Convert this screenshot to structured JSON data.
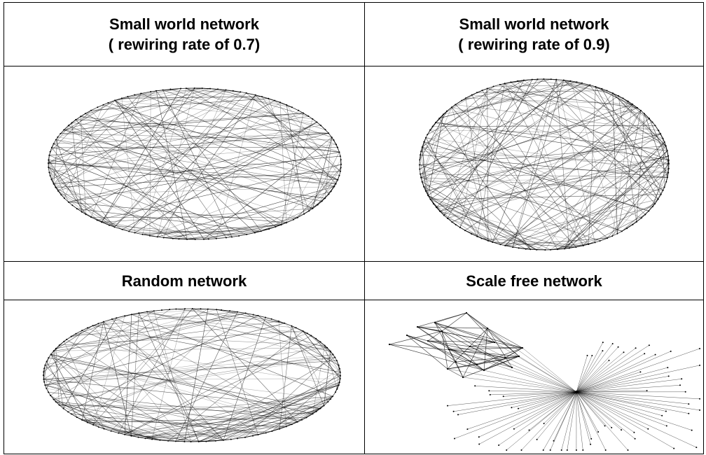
{
  "panels": [
    {
      "id": "sw07",
      "title_lines": [
        "Small world network",
        "( rewiring rate of 0.7)"
      ],
      "type": "ring",
      "seed": 7,
      "edge_count": 260
    },
    {
      "id": "sw09",
      "title_lines": [
        "Small world network",
        "( rewiring rate of 0.9)"
      ],
      "type": "ring",
      "seed": 9,
      "edge_count": 300
    },
    {
      "id": "random",
      "title_lines": [
        "Random network"
      ],
      "type": "ring",
      "seed": 21,
      "edge_count": 250
    },
    {
      "id": "scalefree",
      "title_lines": [
        "Scale free network"
      ],
      "type": "scale-free",
      "seed": 33,
      "edge_count": 150
    }
  ],
  "colors": {
    "edge": "#000000",
    "node": "#000000",
    "border": "#000000"
  }
}
